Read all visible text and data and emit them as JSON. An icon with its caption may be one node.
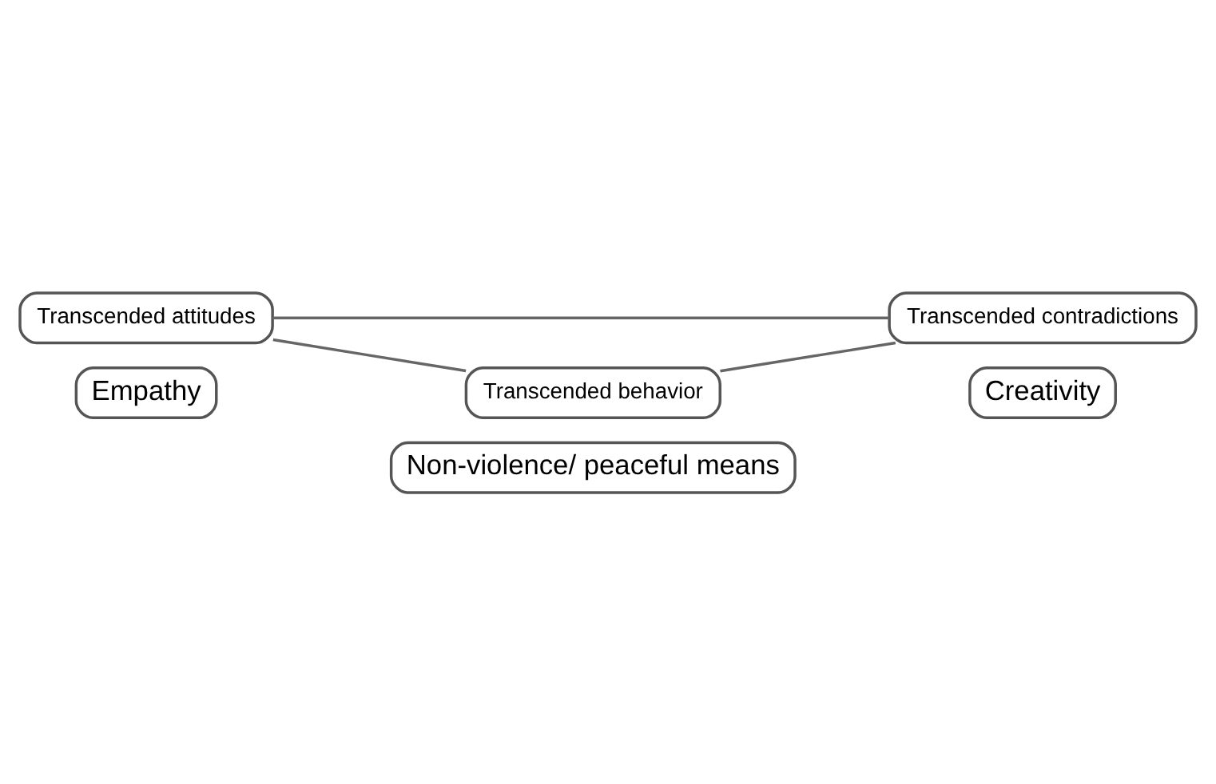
{
  "diagram": {
    "nodes": [
      {
        "text": [
          "Transcended attitudes"
        ]
      },
      {
        "text": [
          "Empathy"
        ]
      },
      {
        "text": [
          "Transcended contradictions"
        ]
      },
      {
        "text": [
          "Creativity"
        ]
      },
      {
        "text": [
          "Transcended behavior"
        ]
      },
      {
        "text": [
          "Non-violence/ peaceful means"
        ]
      }
    ],
    "edges": [
      {
        "from": 0,
        "to": 2,
        "arrow": "none"
      },
      {
        "from": 0,
        "to": 4,
        "arrow": "none"
      },
      {
        "from": 2,
        "to": 4,
        "arrow": "none"
      }
    ]
  }
}
